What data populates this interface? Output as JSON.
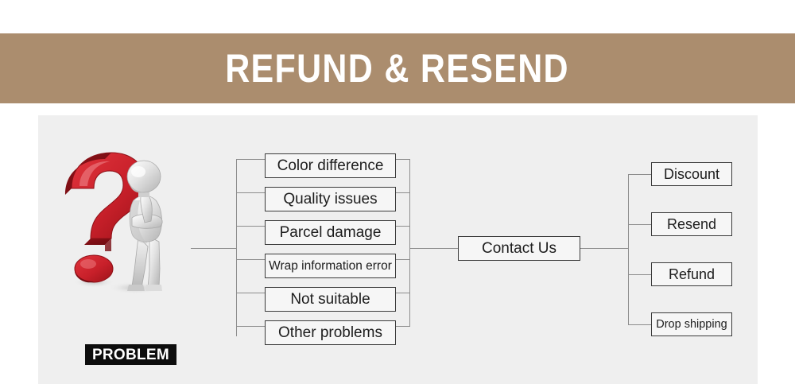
{
  "banner": {
    "title": "REFUND & RESEND",
    "background_color": "#AB8D6E",
    "text_color": "#FFFFFF"
  },
  "panel": {
    "background_color": "#EFEFEF"
  },
  "problem": {
    "label": "PROBLEM",
    "label_background": "#0D0D0D",
    "label_text_color": "#FFFFFF",
    "icon": "question-mark-thinking-person",
    "question_mark_color": "#C8202A",
    "figure_color": "#D8D8D8"
  },
  "diagram": {
    "issues": [
      {
        "label": "Color difference"
      },
      {
        "label": "Quality issues"
      },
      {
        "label": "Parcel damage"
      },
      {
        "label": "Wrap information error"
      },
      {
        "label": "Not suitable"
      },
      {
        "label": "Other problems"
      }
    ],
    "center": {
      "label": "Contact Us"
    },
    "actions": [
      {
        "label": "Discount"
      },
      {
        "label": "Resend"
      },
      {
        "label": "Refund"
      },
      {
        "label": "Drop shipping"
      }
    ],
    "node_border_color": "#3B3B3B",
    "node_fill_color": "#F6F6F6",
    "connector_color": "#8D8D8D"
  }
}
